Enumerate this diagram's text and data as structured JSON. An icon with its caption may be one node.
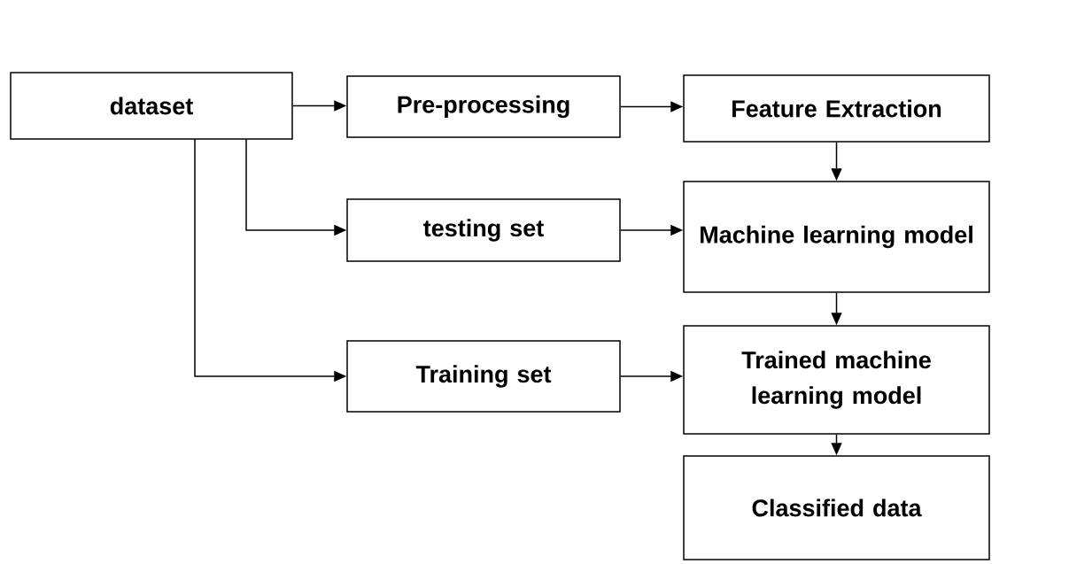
{
  "diagram": {
    "nodes": [
      {
        "text": [
          "dataset"
        ]
      },
      {
        "text": [
          "Pre-processing"
        ]
      },
      {
        "text": [
          "Feature Extraction"
        ]
      },
      {
        "text": [
          "testing set"
        ]
      },
      {
        "text": [
          "Machine learning model"
        ]
      },
      {
        "text": [
          "Training set"
        ]
      },
      {
        "text": [
          "Trained machine learning model"
        ]
      },
      {
        "text": [
          "Classified data"
        ]
      }
    ],
    "edges": [
      {
        "from": 0,
        "to": 1,
        "arrow": "to"
      },
      {
        "from": 1,
        "to": 2,
        "arrow": "to"
      },
      {
        "from": 2,
        "to": 4,
        "arrow": "to"
      },
      {
        "from": 0,
        "to": 3,
        "arrow": "to"
      },
      {
        "from": 0,
        "to": 5,
        "arrow": "to"
      },
      {
        "from": 3,
        "to": 4,
        "arrow": "to"
      },
      {
        "from": 5,
        "to": 6,
        "arrow": "to"
      },
      {
        "from": 4,
        "to": 6,
        "arrow": "to"
      },
      {
        "from": 6,
        "to": 7,
        "arrow": "to"
      }
    ]
  }
}
